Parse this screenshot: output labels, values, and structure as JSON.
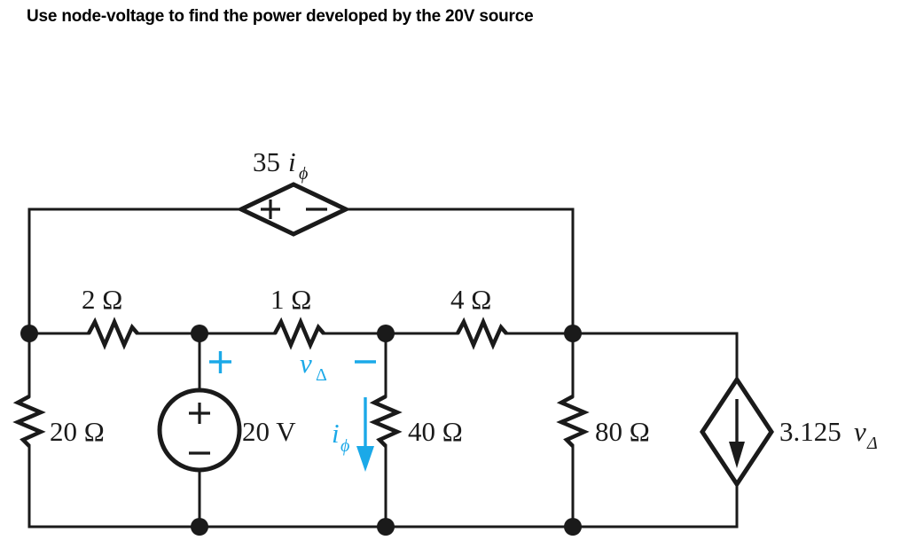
{
  "prompt": {
    "text": "Use node-voltage to find the power developed by the 20V source"
  },
  "colors": {
    "wire": "#1a1a1a",
    "highlight": "#1BA9E8",
    "background": "#ffffff"
  },
  "circuit": {
    "type": "schematic",
    "title": "Node-voltage circuit with dependent sources",
    "components": [
      {
        "id": "dep-vsource-top",
        "kind": "dependent-voltage-source",
        "shape": "diamond-horizontal",
        "label": "35",
        "label_var": "i",
        "label_sub": "ϕ",
        "polarity_left": "+",
        "polarity_right": "−",
        "position": "top-branch"
      },
      {
        "id": "r-2ohm",
        "kind": "resistor",
        "label": "2 Ω",
        "orientation": "horizontal",
        "position": "top-left-series"
      },
      {
        "id": "r-1ohm",
        "kind": "resistor",
        "label": "1 Ω",
        "orientation": "horizontal",
        "position": "middle-series"
      },
      {
        "id": "r-4ohm",
        "kind": "resistor",
        "label": "4 Ω",
        "orientation": "horizontal",
        "position": "right-series"
      },
      {
        "id": "r-20ohm",
        "kind": "resistor",
        "label": "20 Ω",
        "orientation": "vertical",
        "position": "far-left-shunt"
      },
      {
        "id": "vsource-20v",
        "kind": "independent-voltage-source",
        "shape": "circle",
        "label": "20 V",
        "polarity_top": "+",
        "polarity_bottom": "−",
        "position": "second-branch"
      },
      {
        "id": "r-40ohm",
        "kind": "resistor",
        "label": "40 Ω",
        "orientation": "vertical",
        "position": "middle-shunt"
      },
      {
        "id": "r-80ohm",
        "kind": "resistor",
        "label": "80 Ω",
        "orientation": "vertical",
        "position": "right-shunt"
      },
      {
        "id": "dep-isource-right",
        "kind": "dependent-current-source",
        "shape": "diamond-vertical",
        "label": "3.125",
        "label_var": "v",
        "label_sub": "Δ",
        "arrow_direction": "down",
        "position": "far-right-branch"
      }
    ],
    "annotations": [
      {
        "id": "v-delta-plus",
        "text": "+",
        "color": "#1BA9E8",
        "meaning": "positive terminal of v-delta"
      },
      {
        "id": "v-delta-label",
        "text": "v",
        "subscript": "Δ",
        "color": "#1BA9E8",
        "meaning": "voltage across 1 ohm resistor"
      },
      {
        "id": "v-delta-minus",
        "text": "−",
        "color": "#1BA9E8",
        "meaning": "negative terminal of v-delta"
      },
      {
        "id": "i-phi-label",
        "text": "i",
        "subscript": "ϕ",
        "color": "#1BA9E8",
        "meaning": "current through 40 ohm resistor, arrow pointing down"
      }
    ],
    "labels": {
      "top_source_coeff": "35",
      "top_source_var": "i",
      "top_source_sub": "ϕ",
      "r2": "2 Ω",
      "r1": "1 Ω",
      "r4": "4 Ω",
      "r20": "20 Ω",
      "r40": "40 Ω",
      "r80": "80 Ω",
      "vsource": "20 V",
      "dep_isource_coeff": "3.125",
      "dep_isource_var": "v",
      "dep_isource_sub": "Δ",
      "plus_sign": "+",
      "minus_sign": "−",
      "v_delta_var": "v",
      "v_delta_sub": "Δ",
      "i_phi_var": "i",
      "i_phi_sub": "ϕ"
    }
  }
}
